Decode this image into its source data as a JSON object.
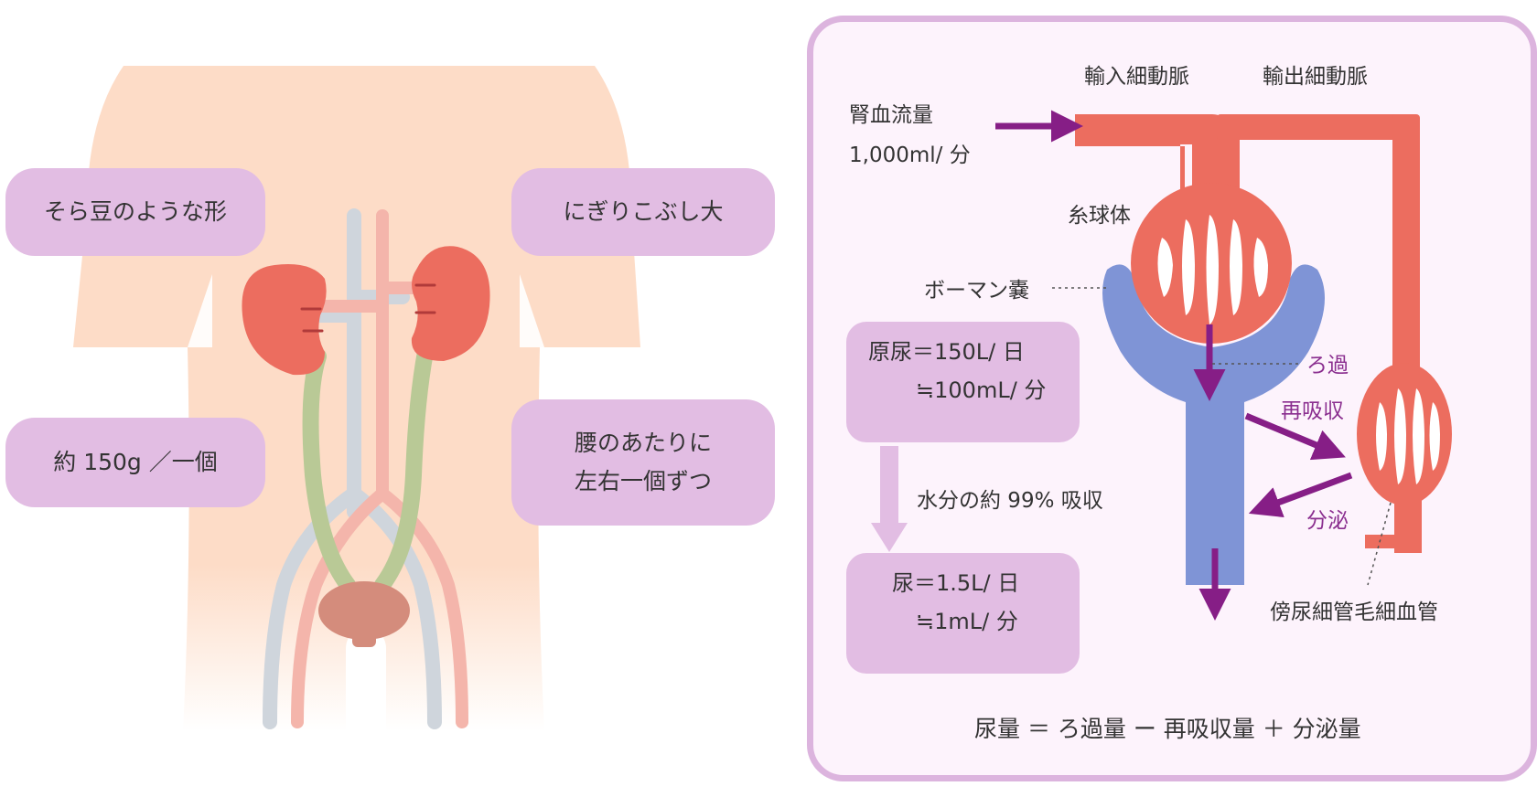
{
  "left": {
    "labels": {
      "shape": "そら豆のような形",
      "size": "にぎりこぶし大",
      "weight": "約 150g ／一個",
      "location_line1": "腰のあたりに",
      "location_line2": "左右一個ずつ"
    }
  },
  "right": {
    "afferent": "輸入細動脈",
    "efferent": "輸出細動脈",
    "renal_flow_label": "腎血流量",
    "renal_flow_value": "1,000ml/ 分",
    "glomerulus": "糸球体",
    "bowman": "ボーマン嚢",
    "filtration": "ろ過",
    "reabsorption": "再吸収",
    "secretion": "分泌",
    "capillary": "傍尿細管毛細血管",
    "primary_urine_line1": "原尿＝150L/ 日",
    "primary_urine_line2": "≒100mL/ 分",
    "water_absorb": "水分の約 99% 吸収",
    "urine_line1": "尿＝1.5L/ 日",
    "urine_line2": "≒1mL/ 分",
    "formula": "尿量 ＝ ろ過量 ー 再吸収量 ＋ 分泌量"
  },
  "colors": {
    "body": "#fddcc7",
    "kidney": "#ec6d5f",
    "vein": "#cfd5dc",
    "artery": "#f4b5ab",
    "ureter": "#b9c996",
    "bladder": "#d48c7c",
    "pill": "#e2bde3",
    "vessel": "#ec6d5f",
    "tubule": "#7f94d6",
    "arrow": "#861e86"
  }
}
